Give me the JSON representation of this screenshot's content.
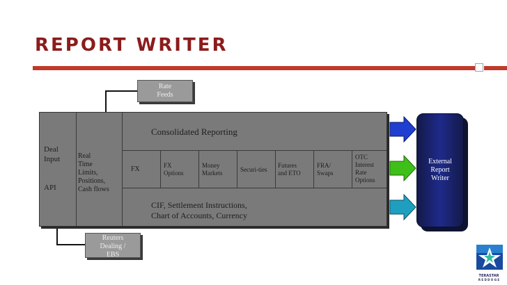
{
  "slide": {
    "title": "Report Writer",
    "colors": {
      "title": "#8b1c1c",
      "accent_rule": "#c0392b",
      "frame": "#7a7a7a",
      "external": "#1e2a8a"
    }
  },
  "feeds": {
    "rate": [
      "Rate",
      "Feeds"
    ],
    "reuters": [
      "Reuters",
      "Dealing /",
      "EBS"
    ]
  },
  "left_column": {
    "deal_input": [
      "Deal",
      "Input"
    ],
    "api": "API"
  },
  "positions_column": [
    "Real",
    "Time",
    "Limits,",
    "Positions,",
    "Cash flows"
  ],
  "consolidated": "Consolidated Reporting",
  "products": [
    {
      "id": "fx",
      "lines": [
        "FX"
      ]
    },
    {
      "id": "fx-options",
      "lines": [
        "FX",
        "Options"
      ]
    },
    {
      "id": "money-markets",
      "lines": [
        "Money",
        "Markets"
      ]
    },
    {
      "id": "securities",
      "lines": [
        "Securi-ties"
      ]
    },
    {
      "id": "futures",
      "lines": [
        "Futures",
        "and ETO"
      ]
    },
    {
      "id": "fra-swaps",
      "lines": [
        "FRA/",
        "Swaps"
      ]
    },
    {
      "id": "otc",
      "lines": [
        "OTC",
        "Interest",
        "Rate",
        "Options"
      ]
    }
  ],
  "static_data": [
    "CIF, Settlement Instructions,",
    "Chart of Accounts, Currency"
  ],
  "external": [
    "External",
    "Report",
    "Writer"
  ],
  "arrows": [
    {
      "id": "blue-arrow",
      "color": "#1f3fd1"
    },
    {
      "id": "green-arrow",
      "color": "#3fbf1a"
    },
    {
      "id": "teal-arrow",
      "color": "#1f9fbf"
    }
  ],
  "logo": {
    "text": "TERASTAR",
    "subtext": "R E D D O G E"
  }
}
